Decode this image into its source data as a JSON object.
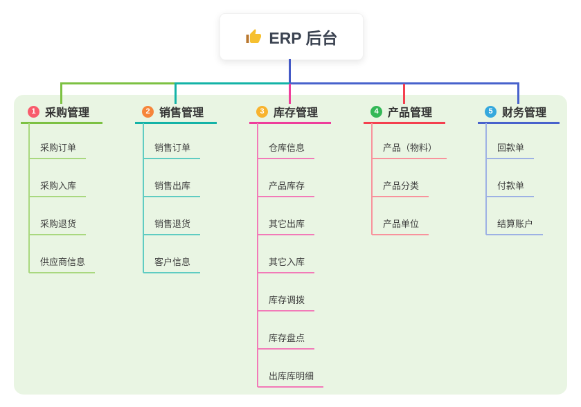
{
  "root": {
    "label": "ERP 后台",
    "icon": "thumbs-up-icon",
    "stem_color": "#4459c6"
  },
  "colors": {
    "page_bg": "#ffffff",
    "panel_bg": "#e9f5e3",
    "root_text": "#3b4351",
    "topic_text": "#343434",
    "subtopic_text": "#3e3e3e"
  },
  "branches": [
    {
      "index": "1",
      "label": "采购管理",
      "badge_color": "#f85c6c",
      "line_color": "#7cc142",
      "child_line_color": "#a9d87f",
      "items": [
        "采购订单",
        "采购入库",
        "采购退货",
        "供应商信息"
      ]
    },
    {
      "index": "2",
      "label": "销售管理",
      "badge_color": "#f6853a",
      "line_color": "#14b3a7",
      "child_line_color": "#5fccc2",
      "items": [
        "销售订单",
        "销售出库",
        "销售退货",
        "客户信息"
      ]
    },
    {
      "index": "3",
      "label": "库存管理",
      "badge_color": "#f8b32e",
      "line_color": "#ee3e9b",
      "child_line_color": "#f27ab8",
      "items": [
        "仓库信息",
        "产品库存",
        "其它出库",
        "其它入库",
        "库存调拨",
        "库存盘点",
        "出库库明细"
      ]
    },
    {
      "index": "4",
      "label": "产品管理",
      "badge_color": "#34b857",
      "line_color": "#f4404f",
      "child_line_color": "#f8929c",
      "items": [
        "产品（物料）",
        "产品分类",
        "产品单位"
      ]
    },
    {
      "index": "5",
      "label": "财务管理",
      "badge_color": "#35a8dd",
      "line_color": "#4862cc",
      "child_line_color": "#9db1e4",
      "items": [
        "回款单",
        "付款单",
        "结算账户"
      ]
    }
  ]
}
